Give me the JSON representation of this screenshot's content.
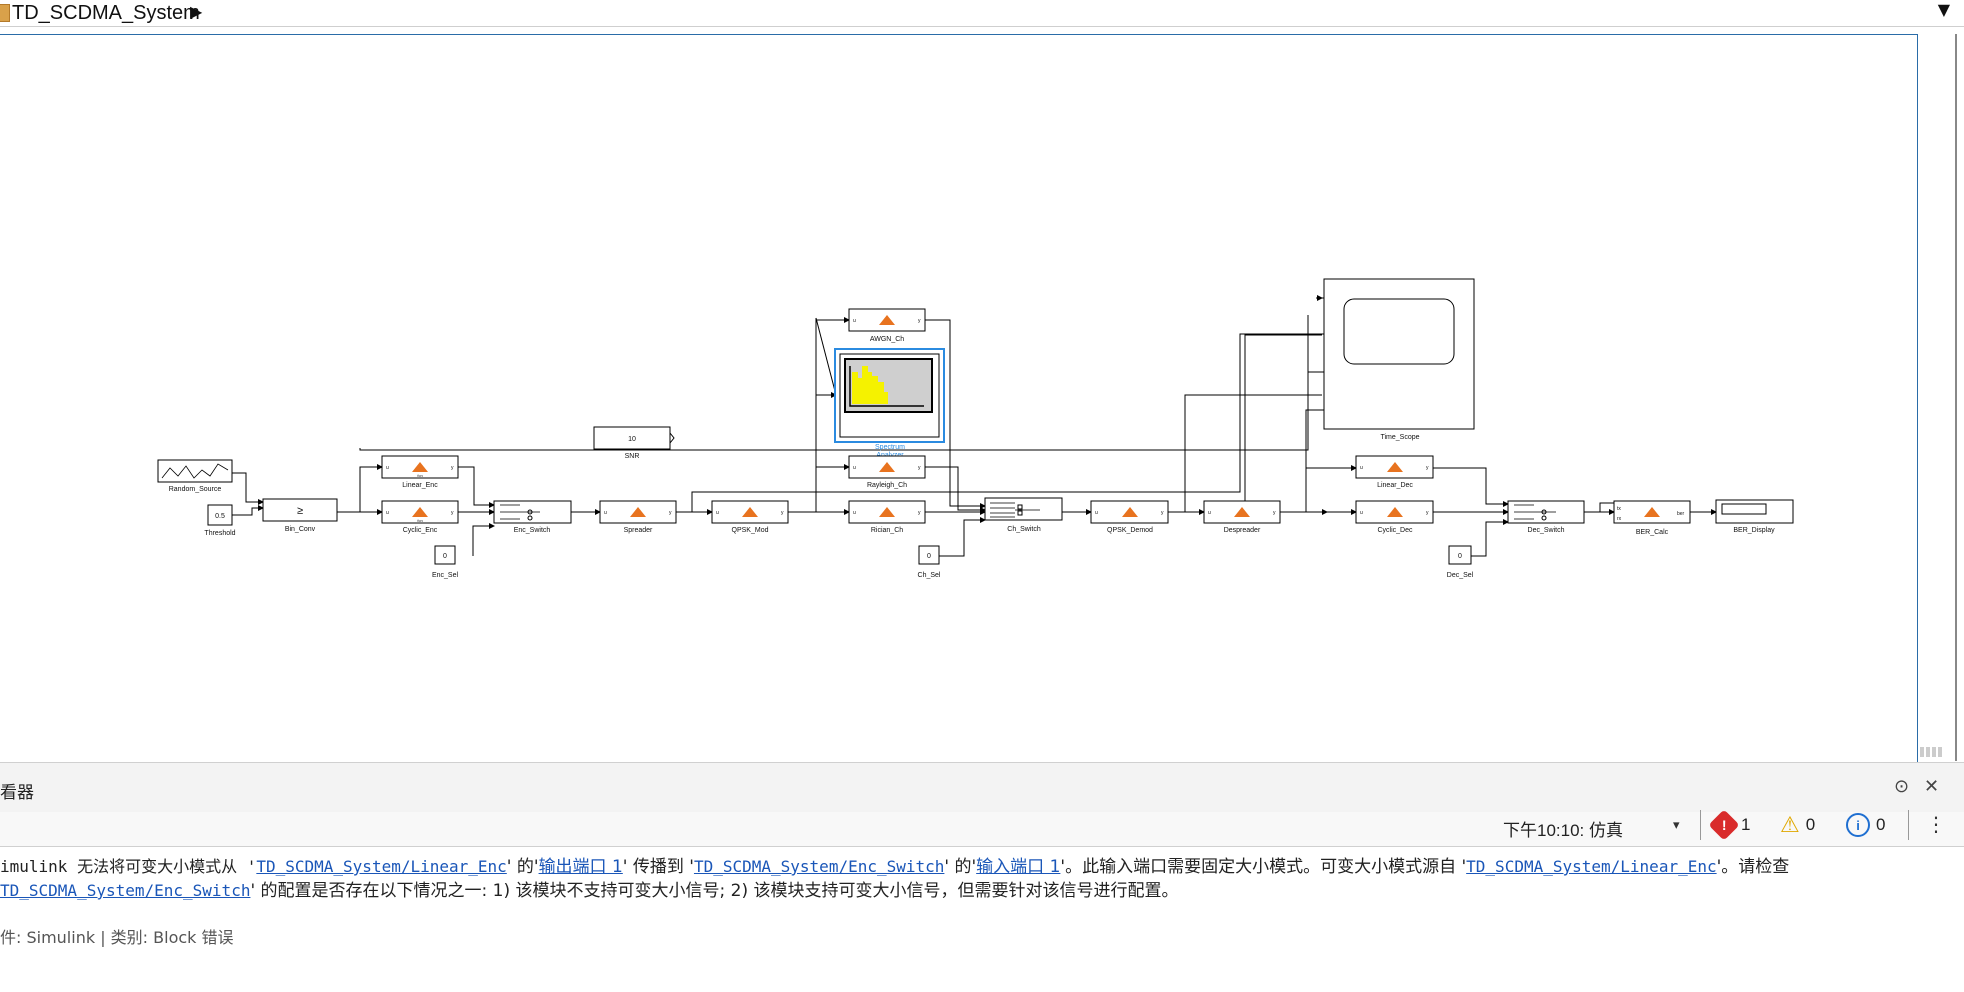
{
  "window": {
    "breadcrumb": "TD_SCDMA_System",
    "breadcrumb_arrow": "▶",
    "menu_arrow": "▼"
  },
  "blocks": {
    "random_source": "Random_Source",
    "threshold": "Threshold",
    "threshold_value": "0.5",
    "bin_conv": "Bin_Conv",
    "bin_conv_symbol": "≥",
    "linear_enc": "Linear_Enc",
    "cyclic_enc": "Cyclic_Enc",
    "enc_sel": "Enc_Sel",
    "enc_sel_value": "0",
    "enc_switch": "Enc_Switch",
    "snr": "SNR",
    "snr_value": "10",
    "spreader": "Spreader",
    "qpsk_mod": "QPSK_Mod",
    "awgn_ch": "AWGN_Ch",
    "spectrum": "Spectrum",
    "spectrum_line2": "Analyzer",
    "rayleigh_ch": "Rayleigh_Ch",
    "rician_ch": "Rician_Ch",
    "ch_sel": "Ch_Sel",
    "ch_sel_value": "0",
    "ch_switch": "Ch_Switch",
    "qpsk_demod": "QPSK_Demod",
    "despreader": "Despreader",
    "time_scope": "Time_Scope",
    "linear_dec": "Linear_Dec",
    "cyclic_dec": "Cyclic_Dec",
    "dec_sel": "Dec_Sel",
    "dec_sel_value": "0",
    "dec_switch": "Dec_Switch",
    "ber_calc": "BER_Calc",
    "ber_display": "BER_Display",
    "port_u": "u",
    "port_y": "y",
    "port_fcn": "fcn",
    "port_tx": "tx",
    "port_rx": "rx",
    "port_ber": "ber"
  },
  "viewer": {
    "title": "看器",
    "collapse_icon": "⊙",
    "close_icon": "✕",
    "time": "下午10:10: 仿真",
    "dropdown": "▾",
    "errors": "1",
    "warnings": "0",
    "infos": "0",
    "error_symbol": "!",
    "warning_symbol": "⚠",
    "info_symbol": "i",
    "more_icon": "⋮"
  },
  "message": {
    "line1_p1": "imulink 无法将可变大小模式从 '",
    "link_linear_enc": "TD_SCDMA_System/Linear_Enc",
    "line1_p2": "' 的'",
    "link_out_port": "输出端口 1",
    "line1_p3": "' 传播到 '",
    "link_enc_switch": "TD_SCDMA_System/Enc_Switch",
    "line1_p4": "' 的'",
    "link_in_port": "输入端口 1",
    "line1_p5": "'。此输入端口需要固定大小模式。可变大小模式源自 '",
    "link_linear_enc2": "TD_SCDMA_System/Linear_Enc",
    "line1_p6": "'。请检查",
    "link_enc_switch2": "TD_SCDMA_System/Enc_Switch",
    "line2_p1": "' 的配置是否存在以下情况之一: 1) 该模块不支持可变大小信号; 2) 该模块支持可变大小信号，但需要针对该信号进行配置。",
    "meta": "件: Simulink | 类别: Block 错误"
  }
}
